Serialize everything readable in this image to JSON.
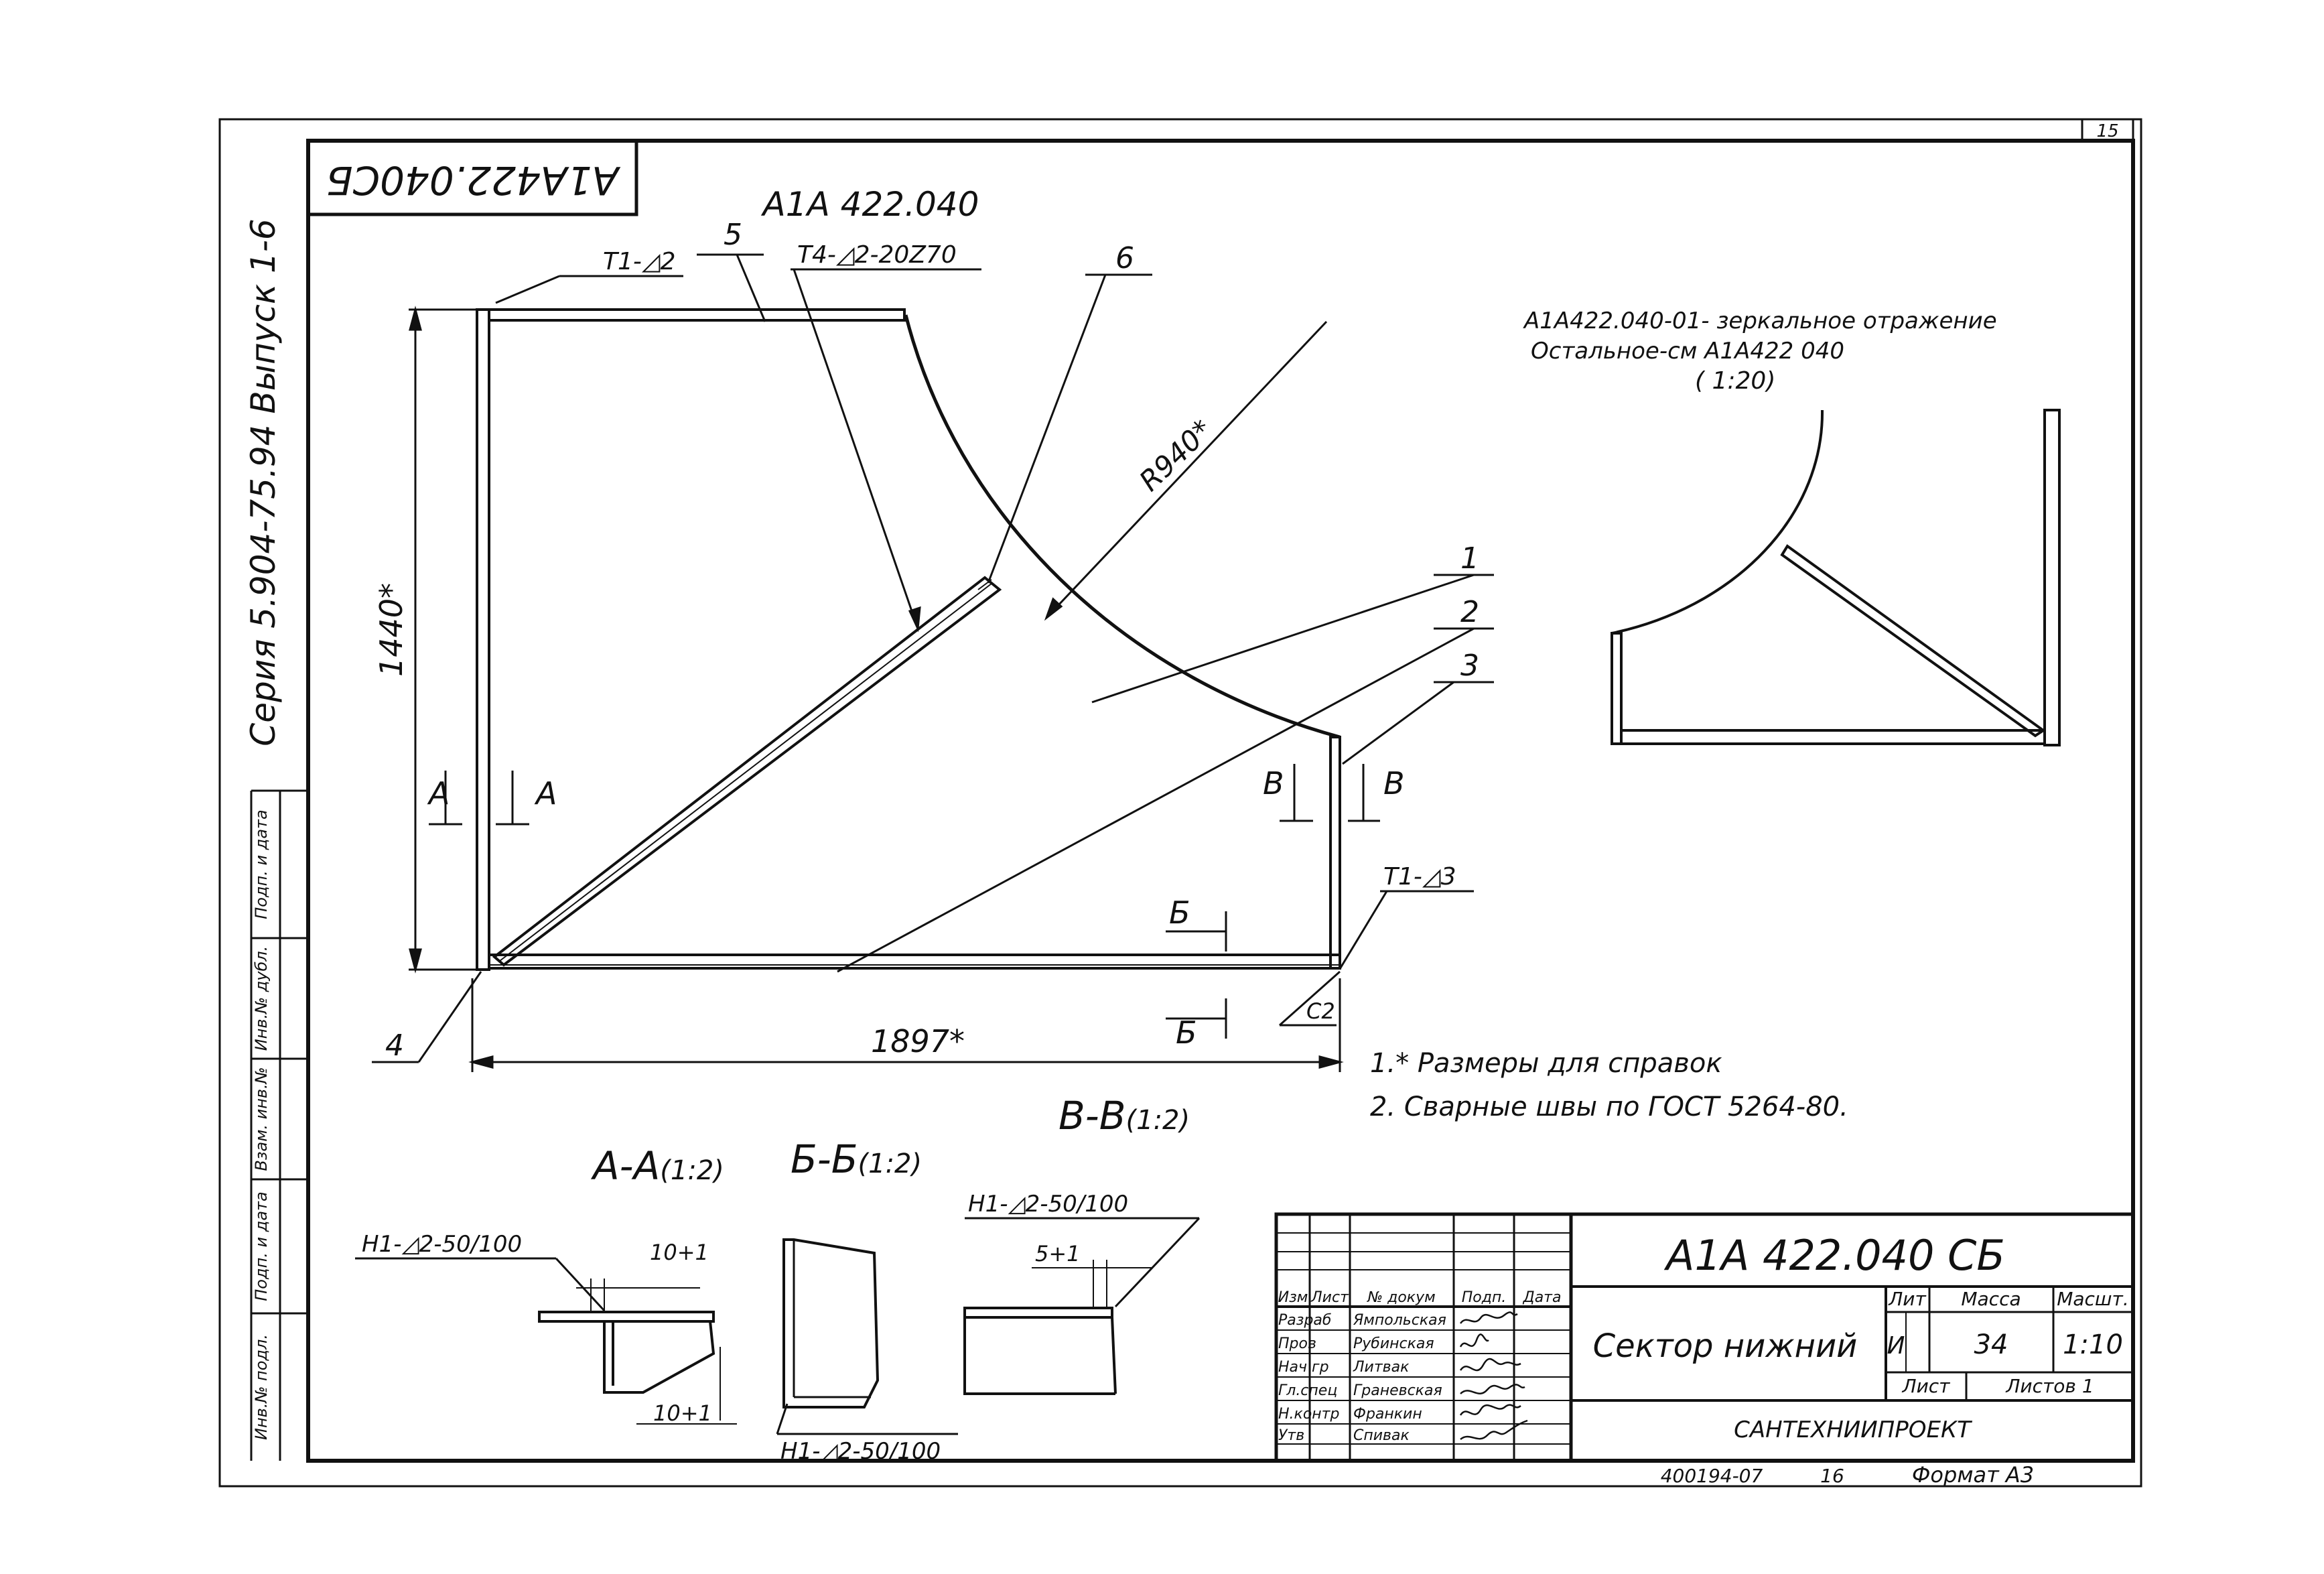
{
  "sheet_number": "15",
  "doc_code_rotated": "А1А422.040СБ",
  "side_series": "Серия 5.904-75.94 Выпуск 1-6",
  "side_cells": [
    "Подп. и дата",
    "Инв.№ дубл.",
    "Взам. инв.№",
    "Подп. и дата",
    "Инв.№ подл."
  ],
  "assembly_title": "А1А 422.040",
  "callouts": {
    "n1": "1",
    "n2": "2",
    "n3": "3",
    "n4": "4",
    "n5": "5",
    "n6": "6",
    "weld_t1_2": "Т1-◿2",
    "weld_t4": "Т4-◿2-20Z70",
    "weld_t1_3": "Т1-◿3",
    "c2": "С2",
    "radius": "R940*",
    "dim_height": "1440*",
    "dim_width": "1897*",
    "sec_a": "А",
    "sec_v": "В",
    "sec_b": "Б"
  },
  "mirror_note": {
    "line1": "А1А422.040-01- зеркальное отражение",
    "line2": "Остальное-см А1А422 040",
    "scale": "( 1:20)"
  },
  "notes": [
    "1.* Размеры для справок",
    "2. Сварные швы по ГОСТ 5264-80."
  ],
  "sections": {
    "vv_label": "В-В",
    "vv_scale": "(1:2)",
    "aa_label": "А-А",
    "aa_scale": "(1:2)",
    "bb_label": "Б-Б",
    "bb_scale": "(1:2)",
    "aa_weld": "Н1-◿2-50/100",
    "aa_dim_top": "10+1",
    "aa_dim_bottom": "10+1",
    "bb_weld": "Н1-◿2-50/100",
    "vv_weld": "Н1-◿2-50/100",
    "vv_dim": "5+1"
  },
  "title_block": {
    "designation": "А1А 422.040 СБ",
    "name": "Сектор нижний",
    "hdr_lit": "Лит",
    "hdr_mass": "Масса",
    "hdr_scale": "Масшт.",
    "lit": "И",
    "mass": "34",
    "scale": "1:10",
    "sheet_label": "Лист",
    "sheets_label": "Листов 1",
    "org": "САНТЕХНИИПРОЕКТ",
    "hdr_row": [
      "Изм",
      "Лист",
      "№ докум",
      "Подп.",
      "Дата"
    ],
    "roles": [
      {
        "role": "Разраб",
        "name": "Ямпольская"
      },
      {
        "role": "Пров",
        "name": "Рубинская"
      },
      {
        "role": "Нач гр",
        "name": "Литвак"
      },
      {
        "role": "Гл.спец",
        "name": "Граневская"
      },
      {
        "role": "Н.контр",
        "name": "Франкин"
      },
      {
        "role": "Утв",
        "name": "Спивак"
      }
    ]
  },
  "footer": {
    "inv": "400194-07",
    "page": "16",
    "format": "Формат А3"
  }
}
